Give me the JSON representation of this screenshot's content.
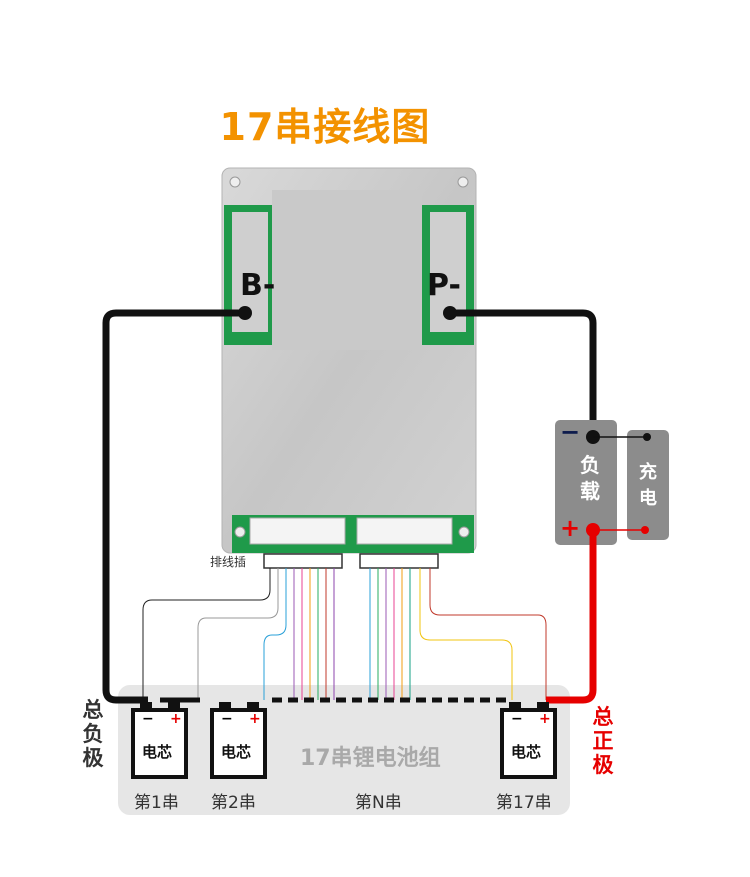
{
  "title": "17串接线图",
  "board": {
    "b_minus": "B-",
    "p_minus": "P-",
    "connector_label": "排线插"
  },
  "load_box": {
    "minus": "−",
    "label_line1": "负",
    "label_line2": "载",
    "plus": "+"
  },
  "charge_box": {
    "label_line1": "充",
    "label_line2": "电"
  },
  "total_negative": [
    "总",
    "负",
    "极"
  ],
  "total_positive": [
    "总",
    "正",
    "极"
  ],
  "pack_label": "17串锂电池组",
  "cells": [
    {
      "label": "电芯",
      "minus": "−",
      "plus": "+",
      "series": "第1串"
    },
    {
      "label": "电芯",
      "minus": "−",
      "plus": "+",
      "series": "第2串"
    },
    {
      "label": "电芯",
      "minus": "−",
      "plus": "+",
      "series": "第17串"
    }
  ],
  "middle_series": "第N串",
  "colors": {
    "title": "#f39200",
    "negative_wire": "#111111",
    "positive_wire": "#e60000",
    "pcb_green": "#1f9a4a",
    "load_box": "#8c8c8c",
    "pack_bg": "#e6e6e6"
  }
}
